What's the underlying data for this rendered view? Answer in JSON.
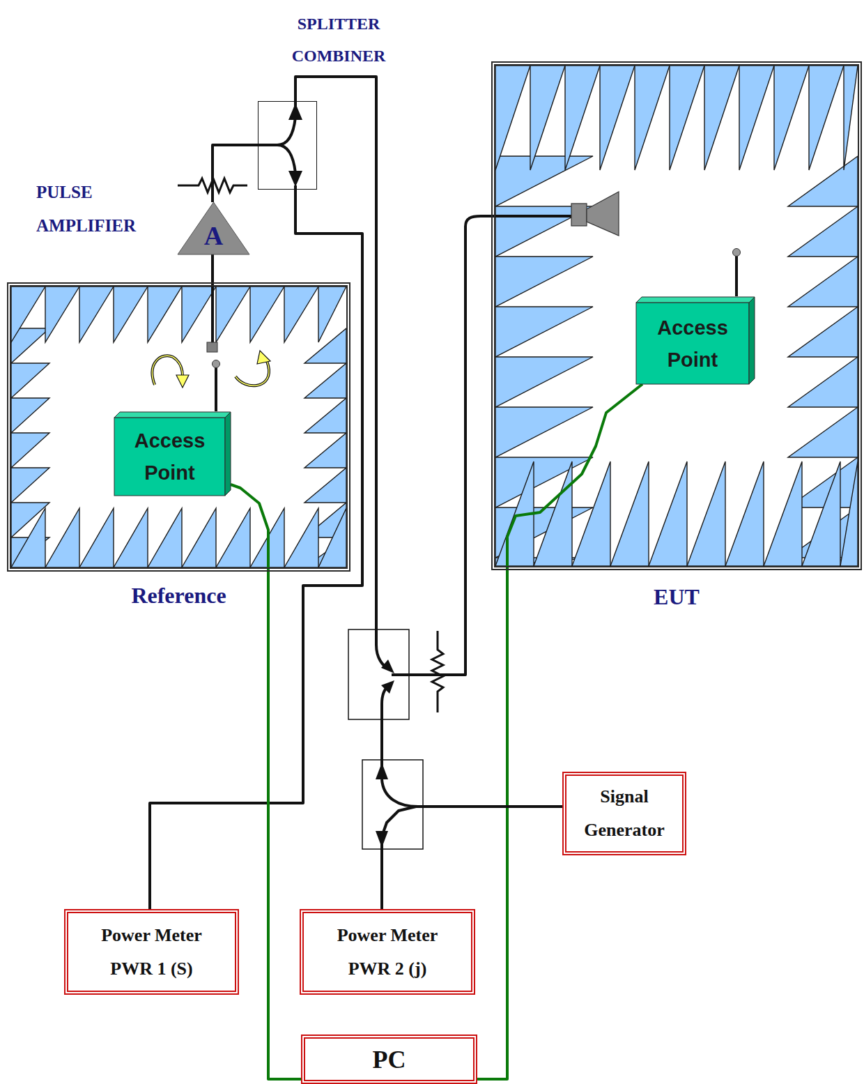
{
  "diagram": {
    "nodes": [
      {
        "text": [
          "SPLITTER COMBINER"
        ]
      },
      {
        "text": [
          "PULSE AMPLIFIER",
          "A"
        ]
      },
      {
        "text": [
          "EUT"
        ]
      },
      {
        "text": [
          "Access Point"
        ],
        "in": 2
      },
      {
        "text": [
          "Reference"
        ]
      },
      {
        "text": [
          "Access Point"
        ],
        "in": 4
      },
      {
        "text": [
          "Signal Generator"
        ]
      },
      {
        "text": [
          "Power Meter PWR 1 (S)"
        ]
      },
      {
        "text": [
          "Power Meter PWR 2 (j)"
        ]
      },
      {
        "text": [
          "PC"
        ]
      }
    ],
    "edges": [
      {
        "from": 1,
        "to": 0,
        "arrow": "none"
      },
      {
        "from": 0,
        "to": 7,
        "arrow": "none"
      },
      {
        "from": 5,
        "to": 9,
        "arrow": "none"
      },
      {
        "from": 3,
        "to": 9,
        "arrow": "none"
      },
      {
        "from": 6,
        "to": 8,
        "arrow": "none"
      }
    ]
  }
}
